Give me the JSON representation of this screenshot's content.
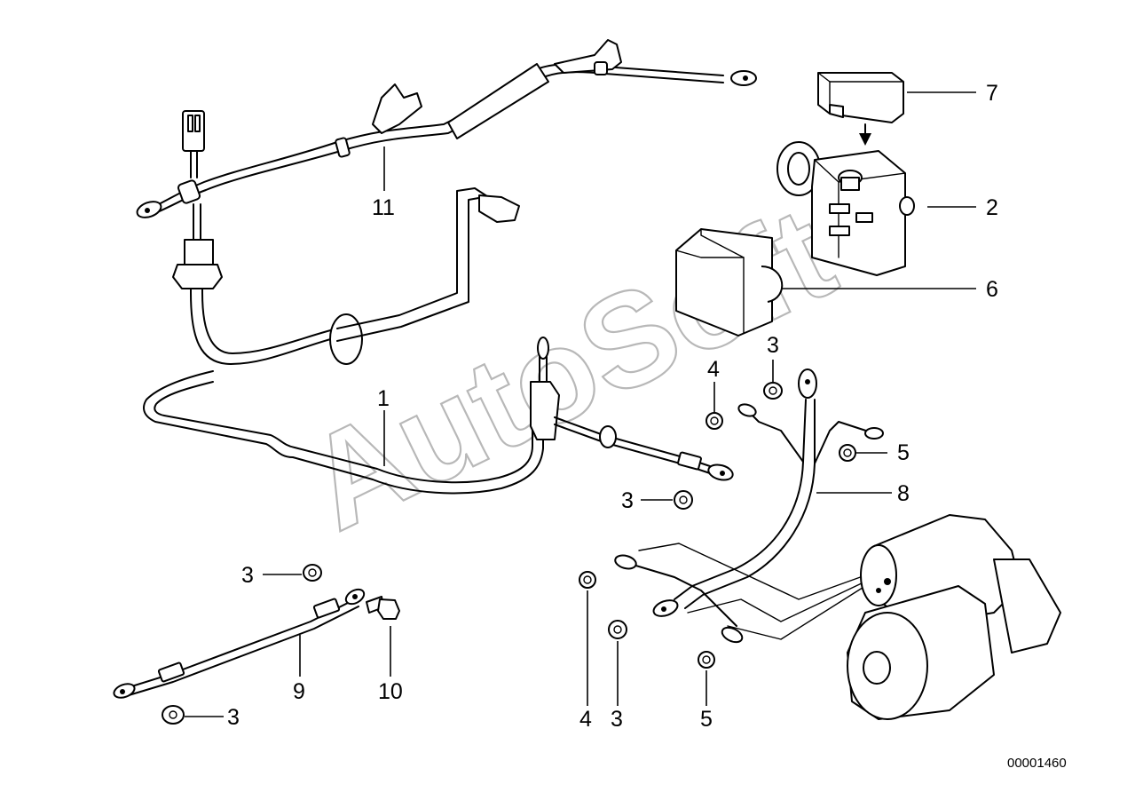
{
  "callouts": {
    "c1": "1",
    "c2": "2",
    "c3a": "3",
    "c3b": "3",
    "c3c": "3",
    "c3d": "3",
    "c3e": "3",
    "c4a": "4",
    "c4b": "4",
    "c5a": "5",
    "c5b": "5",
    "c6": "6",
    "c7": "7",
    "c8": "8",
    "c9": "9",
    "c10": "10",
    "c11": "11"
  },
  "document_number": "00001460",
  "watermark": "AutoSoft",
  "colors": {
    "line": "#000000",
    "watermark": "#b8b8b8",
    "background": "#ffffff"
  }
}
